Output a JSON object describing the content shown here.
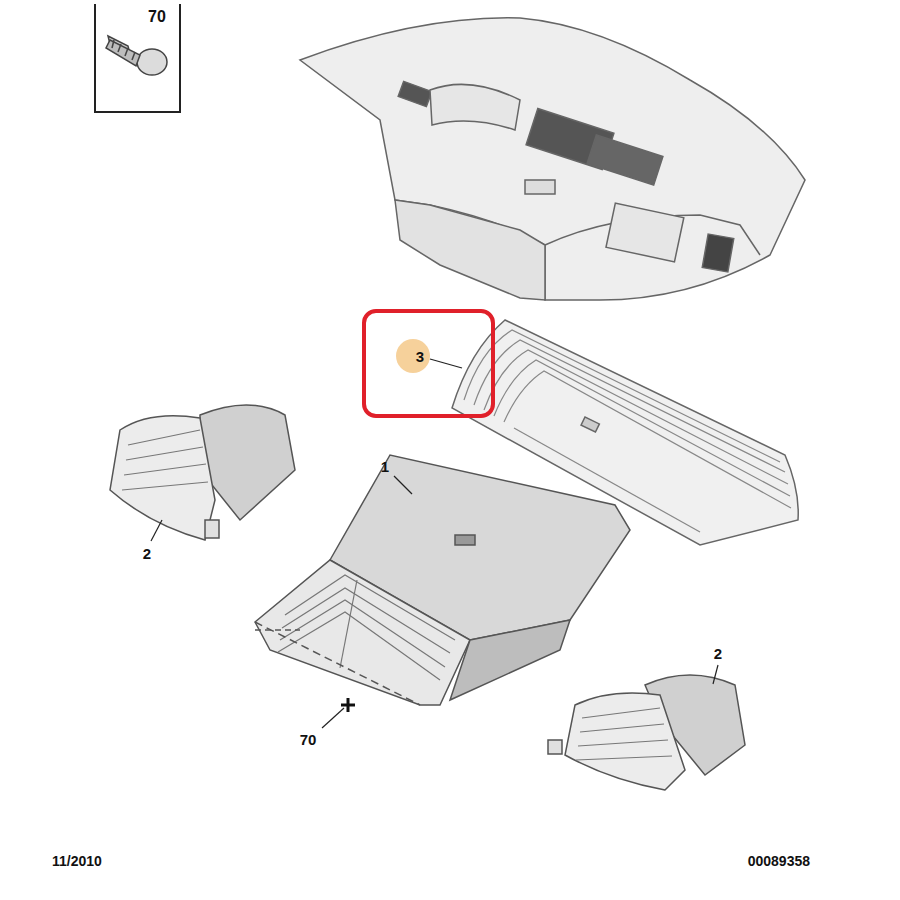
{
  "diagram": {
    "labels": [
      "70",
      "3",
      "1",
      "2",
      "2",
      "70",
      "11/2010",
      "00089358"
    ]
  }
}
